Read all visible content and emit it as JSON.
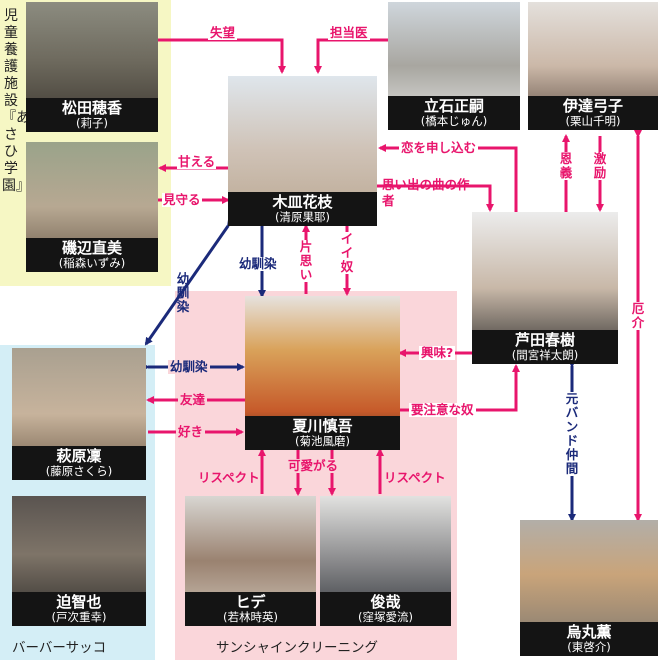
{
  "groups": {
    "asahi": "児童養護施設『あさひ学園』",
    "barber": "バーバーサッコ",
    "sunshine": "サンシャインクリーニング"
  },
  "people": {
    "matsuda": {
      "name": "松田穂香",
      "actor": "(莉子)"
    },
    "isobe": {
      "name": "磯辺直美",
      "actor": "(稲森いずみ)"
    },
    "hagiwara": {
      "name": "萩原凜",
      "actor": "(藤原さくら)"
    },
    "sako": {
      "name": "迫智也",
      "actor": "(戸次重幸)"
    },
    "kisara": {
      "name": "木皿花枝",
      "actor": "(清原果耶)"
    },
    "tateishi": {
      "name": "立石正嗣",
      "actor": "(橋本じゅん)"
    },
    "date": {
      "name": "伊達弓子",
      "actor": "(栗山千明)"
    },
    "ashida": {
      "name": "芦田春樹",
      "actor": "(間宮祥太朗)"
    },
    "natsukawa": {
      "name": "夏川慎吾",
      "actor": "(菊池風磨)"
    },
    "hide": {
      "name": "ヒデ",
      "actor": "(若林時英)"
    },
    "toshiya": {
      "name": "俊哉",
      "actor": "(窪塚愛流)"
    },
    "karasuma": {
      "name": "烏丸薫",
      "actor": "(東啓介)"
    }
  },
  "relations": {
    "shitsubou": "失望",
    "tantoui": "担当医",
    "amaeru": "甘える",
    "mimamoru": "見守る",
    "koi": "恋を申し込む",
    "omoide": "思い出の曲の作者",
    "ongi": "恩義",
    "gekirei": "激励",
    "yakkai": "厄介",
    "osananajimi_v": "幼馴染",
    "kataomoi": "片思い",
    "iiyatsu": "イイ奴",
    "osananajimi_d": "幼馴染",
    "osananajimi_h": "幼馴染",
    "tomodachi": "友達",
    "suki": "好き",
    "kyoumi": "興味?",
    "youchuui": "要注意な奴",
    "kawaigaru": "可愛がる",
    "respect1": "リスペクト",
    "respect2": "リスペクト",
    "motoband": "元バンド仲間"
  },
  "colors": {
    "pink": "#e8156c",
    "navy": "#1b2a7a",
    "yellow_zone": "#f6f7c4",
    "blue_zone": "#d4eef6",
    "pink_zone": "#fad6da",
    "plate": "#141414"
  }
}
